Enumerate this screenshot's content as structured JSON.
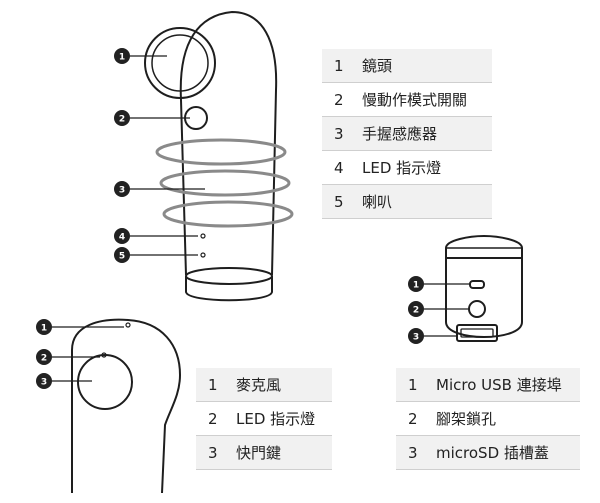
{
  "camera_legend": [
    {
      "num": "1",
      "label": "鏡頭"
    },
    {
      "num": "2",
      "label": "慢動作模式開關"
    },
    {
      "num": "3",
      "label": "手握感應器"
    },
    {
      "num": "4",
      "label": "LED 指示燈"
    },
    {
      "num": "5",
      "label": "喇叭"
    }
  ],
  "top_legend": [
    {
      "num": "1",
      "label": "麥克風"
    },
    {
      "num": "2",
      "label": "LED 指示燈"
    },
    {
      "num": "3",
      "label": "快門鍵"
    }
  ],
  "bottom_legend": [
    {
      "num": "1",
      "label": "Micro USB 連接埠"
    },
    {
      "num": "2",
      "label": "腳架鎖孔"
    },
    {
      "num": "3",
      "label": "microSD 插槽蓋"
    }
  ],
  "callouts": {
    "camera": [
      "1",
      "2",
      "3",
      "4",
      "5"
    ],
    "top": [
      "1",
      "2",
      "3"
    ],
    "bottom": [
      "1",
      "2",
      "3"
    ]
  }
}
